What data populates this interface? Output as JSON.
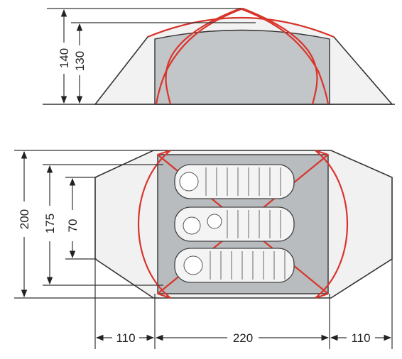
{
  "dimensions": {
    "side_outer_height": "140",
    "side_inner_height": "130",
    "plan_outer_width": "200",
    "plan_floor_width": "175",
    "plan_vestibule_end": "70",
    "vestibule_left_length": "110",
    "inner_length": "220",
    "vestibule_right_length": "110"
  },
  "colors": {
    "pole": "#d9342b",
    "floor": "#b8bcbf",
    "fly": "#f1f1f1",
    "outline": "#333333"
  }
}
